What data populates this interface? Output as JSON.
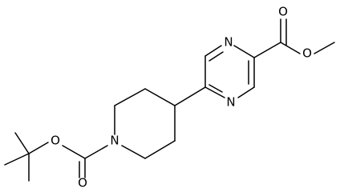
{
  "diagram": {
    "atom_labels": {
      "pyrazine_n_top": "N",
      "pyrazine_n_bottom": "N",
      "ester_carbonyl_o": "O",
      "ester_methoxy_o": "O",
      "piperidine_n": "N",
      "carbamate_o": "O",
      "carbamate_carbonyl_o": "O"
    }
  }
}
